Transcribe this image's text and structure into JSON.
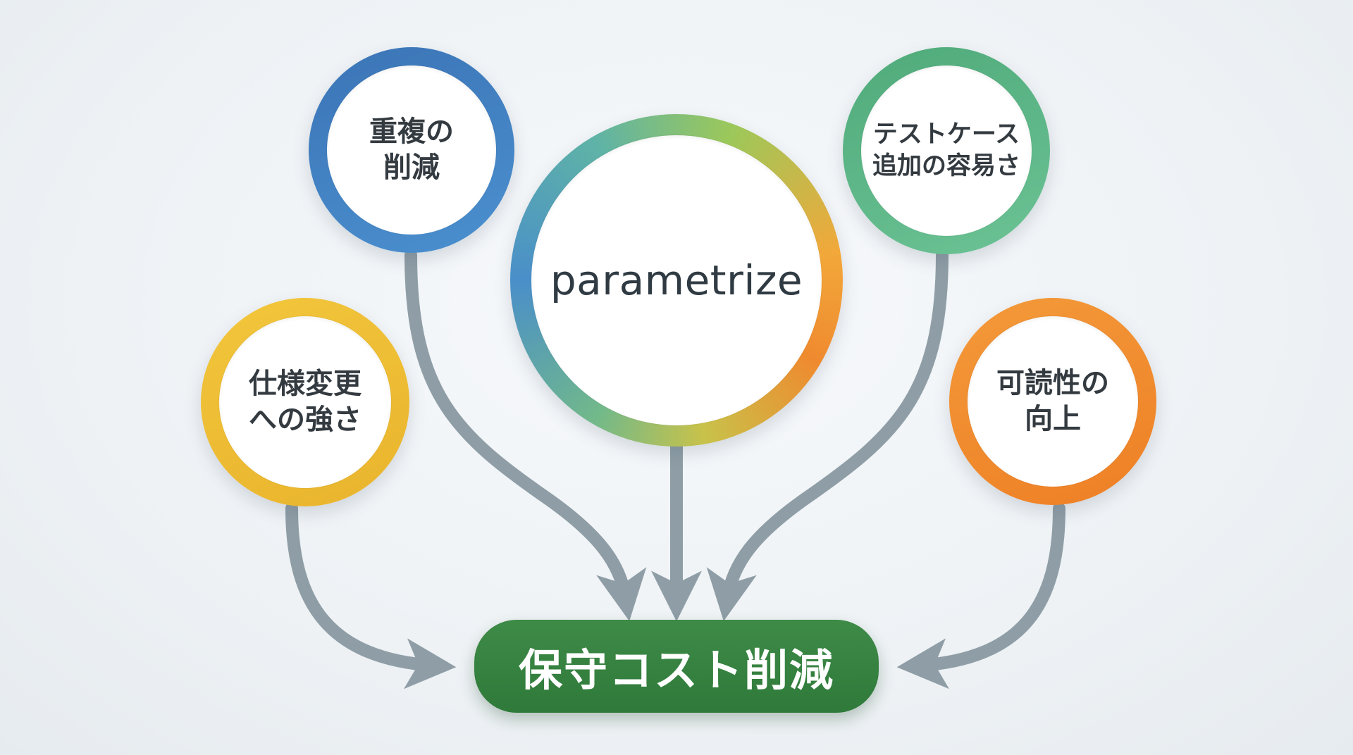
{
  "center": {
    "label": "parametrize"
  },
  "benefits": [
    {
      "id": "reduce-duplication",
      "lines": [
        "重複の",
        "削減"
      ],
      "color": "#3f7fc0"
    },
    {
      "id": "easy-test-cases",
      "lines": [
        "テストケース",
        "追加の容易さ"
      ],
      "color": "#55b07e"
    },
    {
      "id": "spec-change-resilience",
      "lines": [
        "仕様変更",
        "への強さ"
      ],
      "color": "#f0c23a"
    },
    {
      "id": "readability",
      "lines": [
        "可読性の",
        "向上"
      ],
      "color": "#f08a2c"
    }
  ],
  "goal": {
    "label": "保守コスト削減",
    "color": "#347f3e"
  },
  "arrow_color": "#8f9ea6"
}
